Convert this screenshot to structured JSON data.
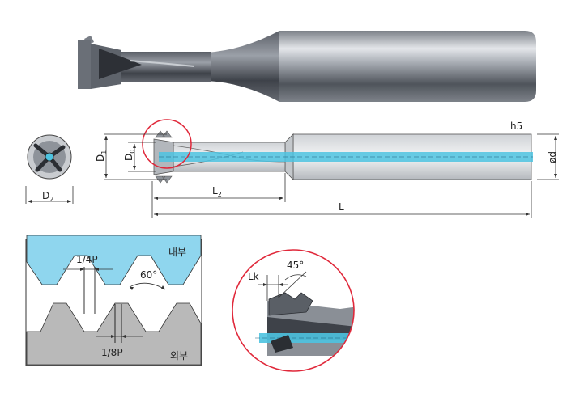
{
  "labels": {
    "h5": "h5",
    "od": "ød",
    "D1": "D1",
    "D0": "D0",
    "D2": "D2",
    "L2": "L2",
    "L": "L",
    "quarter_p": "1/4P",
    "eighth_p": "1/8P",
    "internal": "내부",
    "external": "외부",
    "angle60": "60°",
    "Lk": "Lk",
    "angle45": "45°"
  },
  "colors": {
    "coolant": "#4dc3e0",
    "thread_internal": "#8fd6ee",
    "thread_external": "#b9b9b9",
    "highlight_circle": "#e0283a",
    "tool_body": "#8a8f96"
  }
}
